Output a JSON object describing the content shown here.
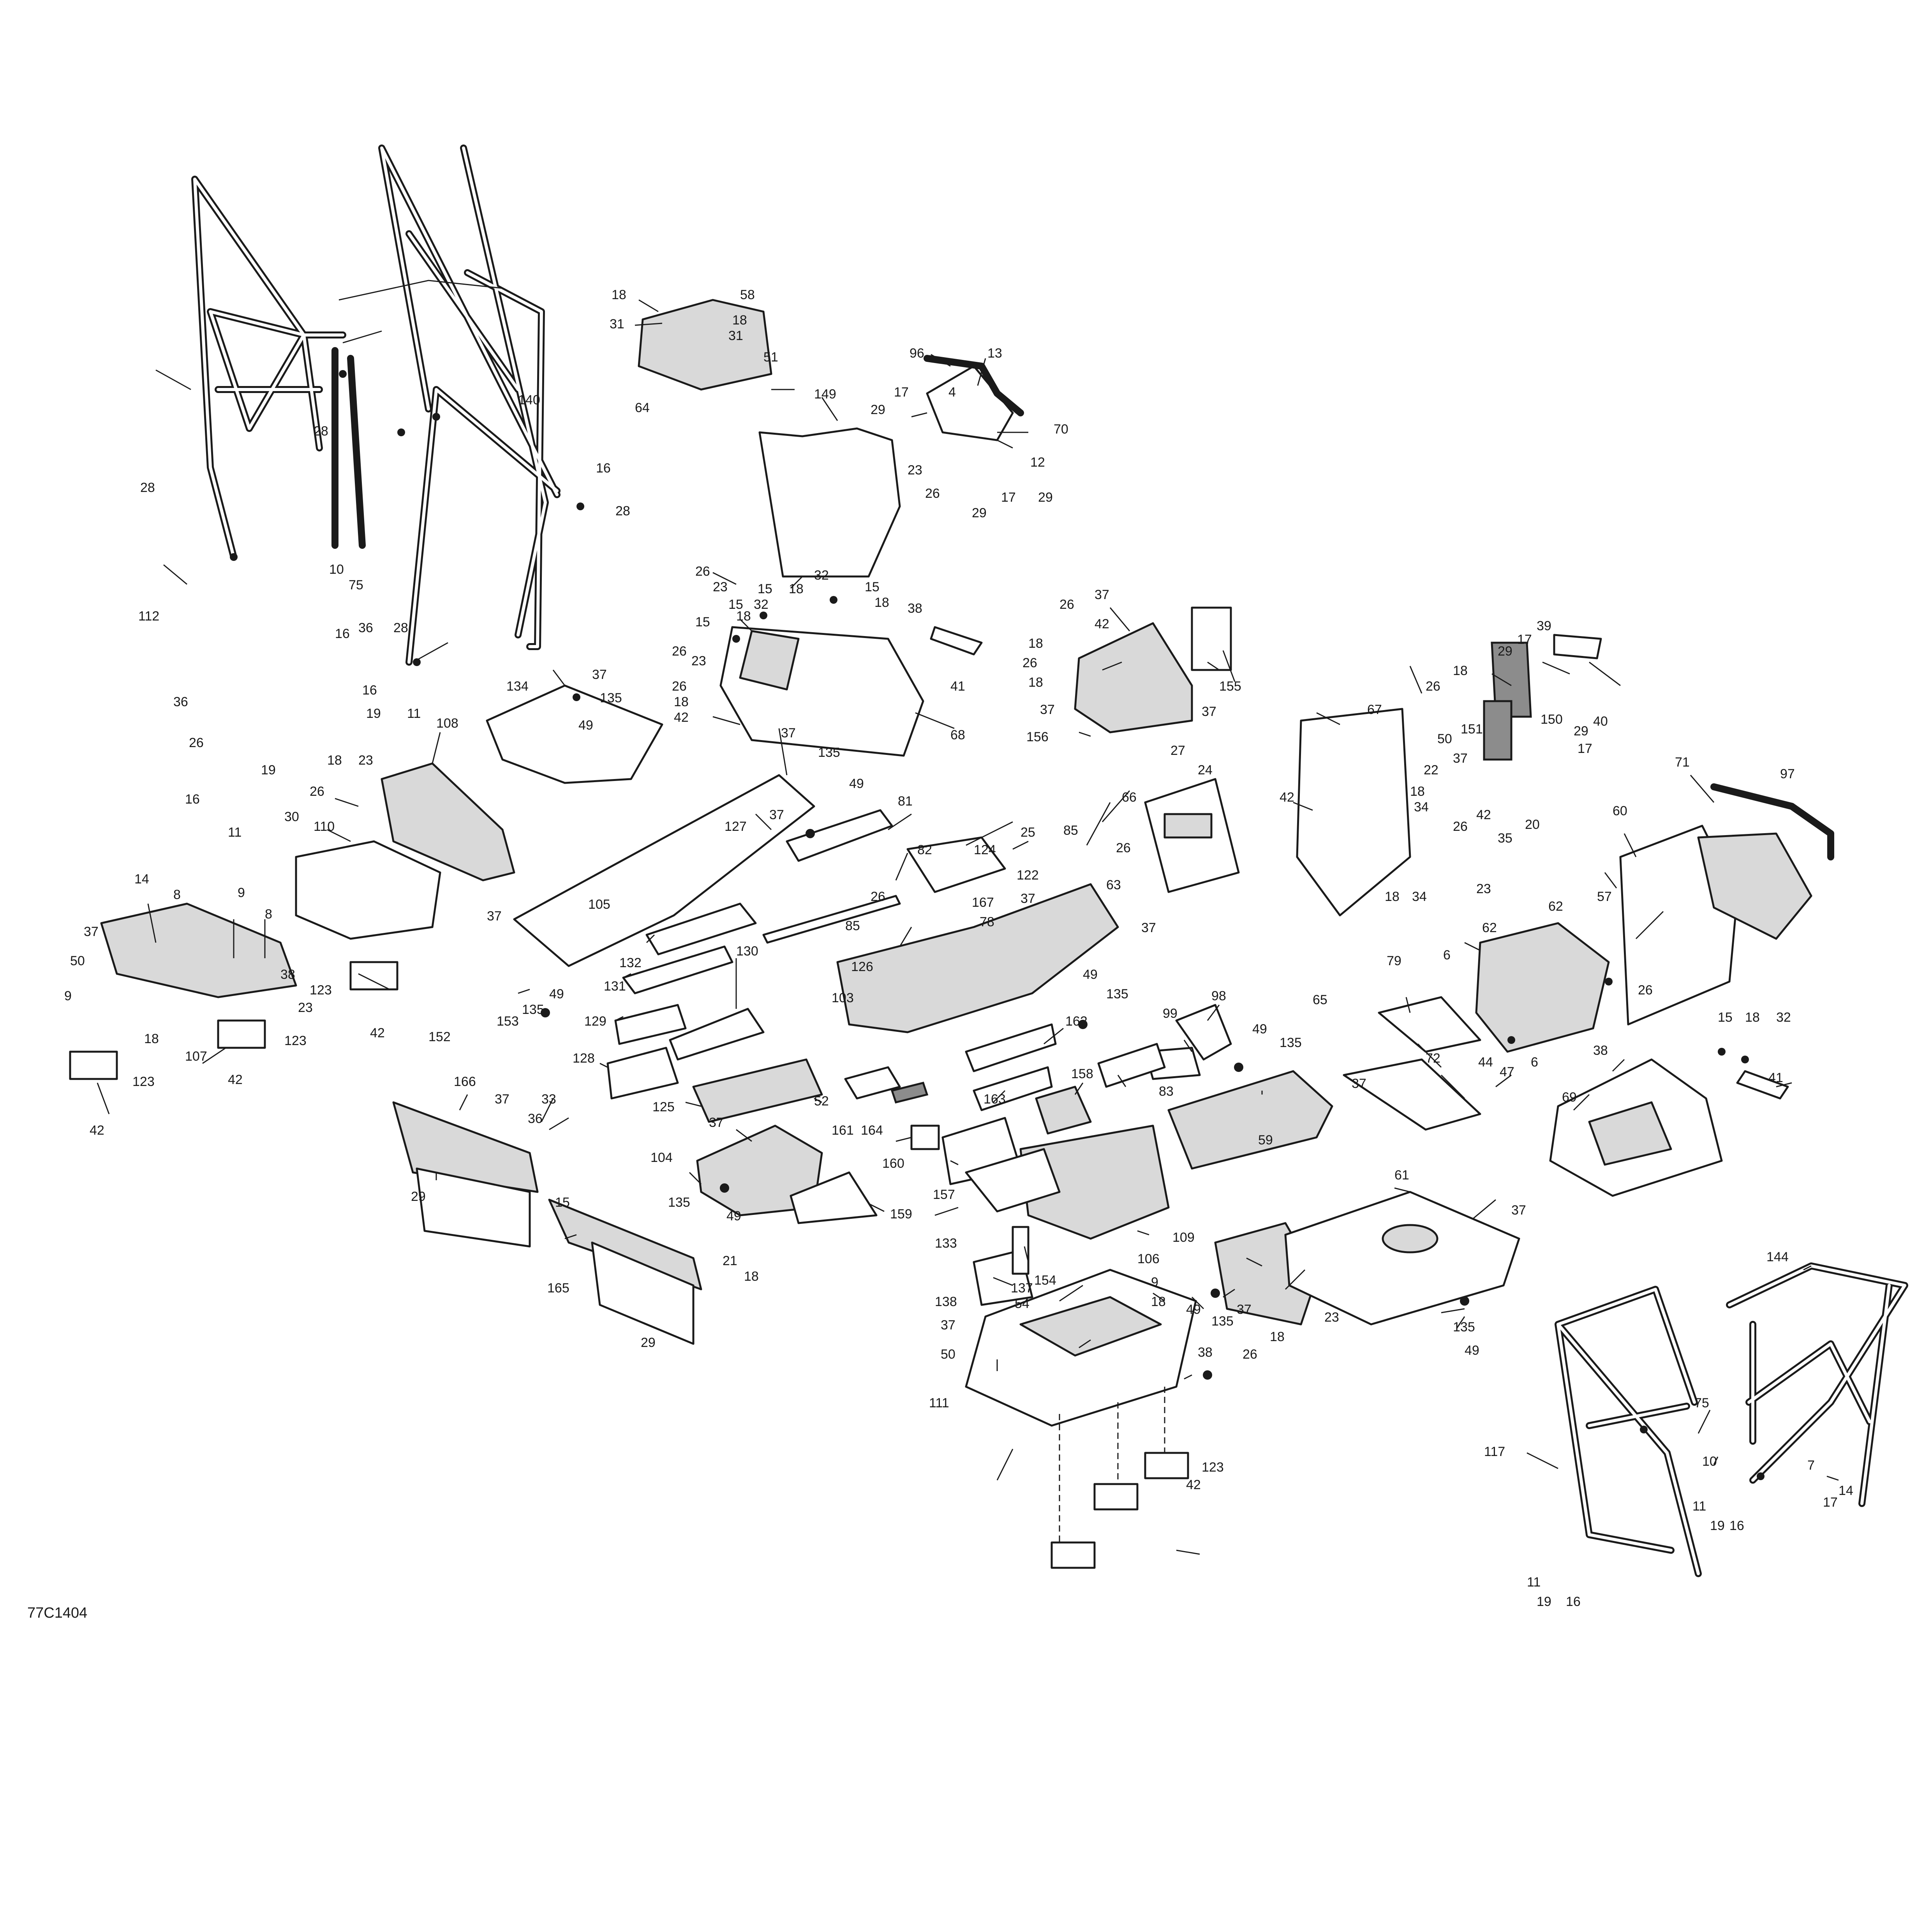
{
  "diagram": {
    "reference_code": "77C1404",
    "callouts": {
      "c96": "96",
      "c13": "13",
      "c17a": "17",
      "c4": "4",
      "c70": "70",
      "c29a": "29",
      "c23a": "23",
      "c12": "12",
      "c26a": "26",
      "c29b": "29",
      "c17b": "17",
      "c29c": "29",
      "c18a": "18",
      "c58": "58",
      "c31a": "31",
      "c18b": "18",
      "c31b": "31",
      "c51": "51",
      "c64": "64",
      "c149": "149",
      "c26b": "26",
      "c23b": "23",
      "c32a": "32",
      "c15a": "15",
      "c18c": "18",
      "c15b": "15",
      "c18d": "18",
      "c15c": "15",
      "c18e": "18",
      "c32b": "32",
      "c38a": "38",
      "c15d": "15",
      "c26c": "26",
      "c23c": "23",
      "c26d": "26",
      "c18f": "18",
      "c42a": "42",
      "c68": "68",
      "c41a": "41",
      "c140": "140",
      "c28a": "28",
      "c28b": "28",
      "c16a": "16",
      "c28c": "28",
      "c10a": "10",
      "c75a": "75",
      "c112": "112",
      "c36a": "36",
      "c28d": "28",
      "c16b": "16",
      "c36b": "36",
      "c26e": "26",
      "c16c": "16",
      "c19a": "19",
      "c11a": "11",
      "c19b": "19",
      "c16d": "16",
      "c11b": "11",
      "c37a": "37",
      "c135a": "135",
      "c49a": "49",
      "c134": "134",
      "c108": "108",
      "c18g": "18",
      "c23d": "23",
      "c26f": "26",
      "c30": "30",
      "c110": "110",
      "c38b": "38",
      "c123a": "123",
      "c42b": "42",
      "c37b": "37",
      "c135b": "135",
      "c49b": "49",
      "c37c": "37",
      "c127": "127",
      "c105": "105",
      "c37d": "37",
      "c49c": "49",
      "c135c": "135",
      "c152": "152",
      "c153": "153",
      "c81": "81",
      "c82": "82",
      "c14a": "14",
      "c8a": "8",
      "c9a": "9",
      "c8b": "8",
      "c37e": "37",
      "c50a": "50",
      "c9b": "9",
      "c23e": "23",
      "c18h": "18",
      "c107": "107",
      "c123b": "123",
      "c123c": "123",
      "c42c": "42",
      "c42d": "42",
      "c124": "124",
      "c25": "25",
      "c85a": "85",
      "c26g": "26",
      "c63": "63",
      "c122": "122",
      "c167": "167",
      "c78": "78",
      "c26h": "26",
      "c85b": "85",
      "c37f": "37",
      "c37g": "37",
      "c126": "126",
      "c103": "103",
      "c49d": "49",
      "c135d": "135",
      "c132": "132",
      "c131": "131",
      "c129": "129",
      "c130": "130",
      "c128": "128",
      "c26i": "26",
      "c37h": "37",
      "c42e": "42",
      "c18i": "18",
      "c26j": "26",
      "c18j": "18",
      "c37i": "37",
      "c155": "155",
      "c156": "156",
      "c37j": "37",
      "c27": "27",
      "c24": "24",
      "c66": "66",
      "c98": "98",
      "c99": "99",
      "c49e": "49",
      "c135e": "135",
      "c162": "162",
      "c158": "158",
      "c83": "83",
      "c37k": "37",
      "c59": "59",
      "c163": "163",
      "c125": "125",
      "c52": "52",
      "c161": "161",
      "c164": "164",
      "c160": "160",
      "c166": "166",
      "c37l": "37",
      "c33": "33",
      "c36c": "36",
      "c29d": "29",
      "c15e": "15",
      "c165": "165",
      "c21": "21",
      "c18k": "18",
      "c29e": "29",
      "c37m": "37",
      "c104": "104",
      "c135f": "135",
      "c49f": "49",
      "c159": "159",
      "c157": "157",
      "c133": "133",
      "c106": "106",
      "c154": "154",
      "c138": "138",
      "c109": "109",
      "c49g": "49",
      "c135g": "135",
      "c37n": "37",
      "c18l": "18",
      "c26k": "26",
      "c23f": "23",
      "c9c": "9",
      "c18m": "18",
      "c137": "137",
      "c54": "54",
      "c37o": "37",
      "c50b": "50",
      "c38c": "38",
      "c111": "111",
      "c123d": "123",
      "c42f": "42",
      "c61": "61",
      "c37p": "37",
      "c135h": "135",
      "c49h": "49",
      "c67": "67",
      "c42g": "42",
      "c50c": "50",
      "c37q": "37",
      "c22": "22",
      "c18n": "18",
      "c34a": "34",
      "c18o": "18",
      "c34b": "34",
      "c26l": "26",
      "c18p": "18",
      "c151": "151",
      "c150": "150",
      "c42h": "42",
      "c26m": "26",
      "c35": "35",
      "c20": "20",
      "c39": "39",
      "c17c": "17",
      "c29f": "29",
      "c40": "40",
      "c29g": "29",
      "c17d": "17",
      "c97": "97",
      "c71": "71",
      "c60": "60",
      "c57": "57",
      "c26n": "26",
      "c15f": "15",
      "c18q": "18",
      "c32c": "32",
      "c79": "79",
      "c6a": "6",
      "c23g": "23",
      "c62a": "62",
      "c62b": "62",
      "c65": "65",
      "c72": "72",
      "c44": "44",
      "c47": "47",
      "c6b": "6",
      "c38d": "38",
      "c41b": "41",
      "c69": "69",
      "c144": "144",
      "c117": "117",
      "c75b": "75",
      "c10b": "10",
      "c7": "7",
      "c14b": "14",
      "c17e": "17",
      "c11c": "11",
      "c19c": "19",
      "c16e": "16",
      "c11d": "11",
      "c19d": "19",
      "c16f": "16"
    }
  }
}
